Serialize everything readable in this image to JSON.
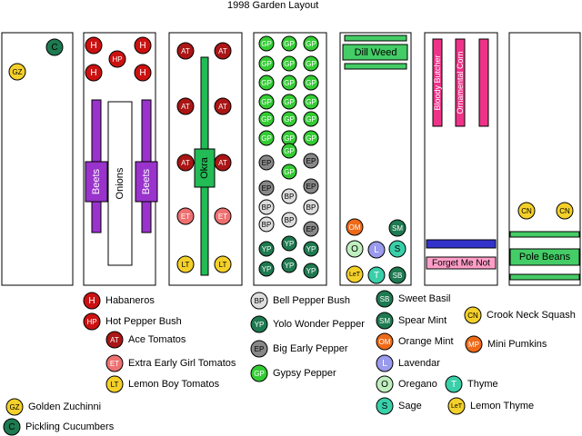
{
  "title": "1998 Garden Layout",
  "colors": {
    "red": "#cc1111",
    "darkred": "#aa1515",
    "salmon": "#ee7070",
    "yellow": "#f4d02a",
    "green": "#33cc33",
    "darkgreen": "#1e7a50",
    "gray": "#888888",
    "lightgray": "#dddddd",
    "orange": "#ee6a18",
    "blue": "#9a9aee",
    "lightgreen": "#bfeebf",
    "teal": "#39cfa8",
    "purple": "#9933cc",
    "pink": "#ee3388",
    "lightpink": "#ff9ec8",
    "navy": "#3333cc",
    "barGreen": "#44cc66",
    "okra": "#22bb55"
  },
  "beds": [
    {
      "id": "bed-1",
      "plants": [
        {
          "code": "C",
          "color": "darkgreen",
          "text_color": "#000",
          "ring": "#000"
        },
        {
          "code": "GZ",
          "color": "yellow",
          "text_color": "#000",
          "ring": "#000"
        }
      ]
    },
    {
      "id": "bed-2",
      "plants": [
        {
          "code": "H",
          "color": "red",
          "text_color": "#fff"
        },
        {
          "code": "HP",
          "color": "red",
          "text_color": "#fff"
        },
        {
          "code": "H",
          "color": "red",
          "text_color": "#fff"
        },
        {
          "code": "H",
          "color": "red",
          "text_color": "#fff"
        },
        {
          "code": "H",
          "color": "red",
          "text_color": "#fff"
        }
      ],
      "labels": [
        "Beets",
        "Onions",
        "Beets"
      ]
    },
    {
      "id": "bed-3",
      "plants": [
        {
          "code": "AT",
          "color": "darkred",
          "text_color": "#fff"
        },
        {
          "code": "AT",
          "color": "darkred",
          "text_color": "#fff"
        },
        {
          "code": "AT",
          "color": "darkred",
          "text_color": "#fff"
        },
        {
          "code": "AT",
          "color": "darkred",
          "text_color": "#fff"
        },
        {
          "code": "AT",
          "color": "darkred",
          "text_color": "#fff"
        },
        {
          "code": "AT",
          "color": "darkred",
          "text_color": "#fff"
        },
        {
          "code": "ET",
          "color": "salmon",
          "text_color": "#fff"
        },
        {
          "code": "ET",
          "color": "salmon",
          "text_color": "#fff"
        },
        {
          "code": "LT",
          "color": "yellow",
          "text_color": "#000"
        },
        {
          "code": "LT",
          "color": "yellow",
          "text_color": "#000"
        }
      ],
      "labels": [
        "Okra"
      ]
    },
    {
      "id": "bed-4",
      "plants": [
        {
          "code": "GP",
          "color": "green",
          "text_color": "#fff"
        },
        {
          "code": "EP",
          "color": "gray",
          "text_color": "#000"
        },
        {
          "code": "BP",
          "color": "lightgray",
          "text_color": "#000"
        },
        {
          "code": "YP",
          "color": "darkgreen",
          "text_color": "#fff"
        }
      ]
    },
    {
      "id": "bed-5",
      "plants": [
        {
          "code": "OM",
          "color": "orange",
          "text_color": "#fff"
        },
        {
          "code": "SM",
          "color": "darkgreen",
          "text_color": "#fff"
        },
        {
          "code": "O",
          "color": "lightgreen",
          "text_color": "#000"
        },
        {
          "code": "L",
          "color": "blue",
          "text_color": "#fff"
        },
        {
          "code": "S",
          "color": "teal",
          "text_color": "#000"
        },
        {
          "code": "LeT",
          "color": "yellow",
          "text_color": "#000"
        },
        {
          "code": "T",
          "color": "teal",
          "text_color": "#fff"
        },
        {
          "code": "SB",
          "color": "darkgreen",
          "text_color": "#fff"
        }
      ],
      "labels": [
        "Dill Weed"
      ]
    },
    {
      "id": "bed-6",
      "labels": [
        "Bloody Butcher",
        "Ornamental Corn",
        "Forget Me Not"
      ]
    },
    {
      "id": "bed-7",
      "plants": [
        {
          "code": "CN",
          "color": "yellow",
          "text_color": "#000"
        },
        {
          "code": "CN",
          "color": "yellow",
          "text_color": "#000"
        }
      ],
      "labels": [
        "Pole Beans"
      ]
    }
  ],
  "legend": [
    {
      "code": "H",
      "name": "Habaneros",
      "color": "red",
      "text_color": "#fff"
    },
    {
      "code": "HP",
      "name": "Hot Pepper Bush",
      "color": "red",
      "text_color": "#fff"
    },
    {
      "code": "AT",
      "name": "Ace Tomatos",
      "color": "darkred",
      "text_color": "#fff"
    },
    {
      "code": "ET",
      "name": "Extra Early Girl Tomatos",
      "color": "salmon",
      "text_color": "#fff"
    },
    {
      "code": "LT",
      "name": "Lemon Boy Tomatos",
      "color": "yellow",
      "text_color": "#000"
    },
    {
      "code": "GZ",
      "name": "Golden Zuchinni",
      "color": "yellow",
      "text_color": "#000"
    },
    {
      "code": "C",
      "name": "Pickling Cucumbers",
      "color": "darkgreen",
      "text_color": "#000"
    },
    {
      "code": "BP",
      "name": "Bell Pepper Bush",
      "color": "lightgray",
      "text_color": "#000"
    },
    {
      "code": "YP",
      "name": "Yolo Wonder Pepper",
      "color": "darkgreen",
      "text_color": "#fff"
    },
    {
      "code": "EP",
      "name": "Big Early Pepper",
      "color": "gray",
      "text_color": "#000"
    },
    {
      "code": "GP",
      "name": "Gypsy Pepper",
      "color": "green",
      "text_color": "#fff"
    },
    {
      "code": "SB",
      "name": "Sweet Basil",
      "color": "darkgreen",
      "text_color": "#fff"
    },
    {
      "code": "SM",
      "name": "Spear Mint",
      "color": "darkgreen",
      "text_color": "#fff"
    },
    {
      "code": "OM",
      "name": "Orange Mint",
      "color": "orange",
      "text_color": "#fff"
    },
    {
      "code": "L",
      "name": "Lavendar",
      "color": "blue",
      "text_color": "#fff"
    },
    {
      "code": "O",
      "name": "Oregano",
      "color": "lightgreen",
      "text_color": "#000"
    },
    {
      "code": "S",
      "name": "Sage",
      "color": "teal",
      "text_color": "#000"
    },
    {
      "code": "T",
      "name": "Thyme",
      "color": "teal",
      "text_color": "#fff"
    },
    {
      "code": "LeT",
      "name": "Lemon Thyme",
      "color": "yellow",
      "text_color": "#000"
    },
    {
      "code": "CN",
      "name": "Crook Neck Squash",
      "color": "yellow",
      "text_color": "#000"
    },
    {
      "code": "MP",
      "name": "Mini Pumkins",
      "color": "orange",
      "text_color": "#fff"
    }
  ]
}
